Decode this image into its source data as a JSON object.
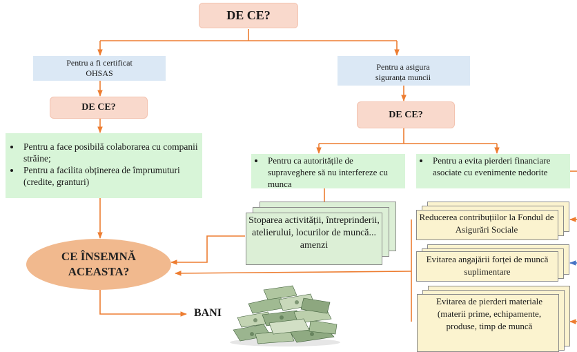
{
  "top_question": "DE CE?",
  "left_branch": {
    "reason": "Pentru a fi certificat OHSAS",
    "question": "DE CE?",
    "benefits": [
      "Pentru a face posibilă colaborarea cu companii străine;",
      "Pentru a facilita obținerea de împrumuturi  (credite, granturi)"
    ]
  },
  "right_branch": {
    "reason": "Pentru a asigura siguranța muncii",
    "question": "DE CE?",
    "authorities": "Pentru ca autoritățile de supraveghere să nu interfereze cu munca",
    "losses": "Pentru a evita pierderi financiare asociate cu evenimente nedorite",
    "sanctions": "Stoparea activității, întreprinderii, atelierului, locurilor de muncă... amenzi",
    "savings": [
      "Reducerea contribuțiilor la Fondul de Asigurări Sociale",
      "Evitarea  angajării forței de muncă suplimentare",
      "Evitarea de pierderi materiale (materii prime, echipamente, produse, timp de muncă"
    ]
  },
  "meaning_question": "CE ÎNSEMNĂ ACEASTA?",
  "result": "BANI",
  "colors": {
    "connector": "#ed7d31",
    "salmon_box": "#f9d9cc",
    "blue_box": "#dbe8f5",
    "green_box": "#d8f5d8",
    "ellipse": "#f1b98e",
    "yellow_doc": "#fbf3cf"
  }
}
